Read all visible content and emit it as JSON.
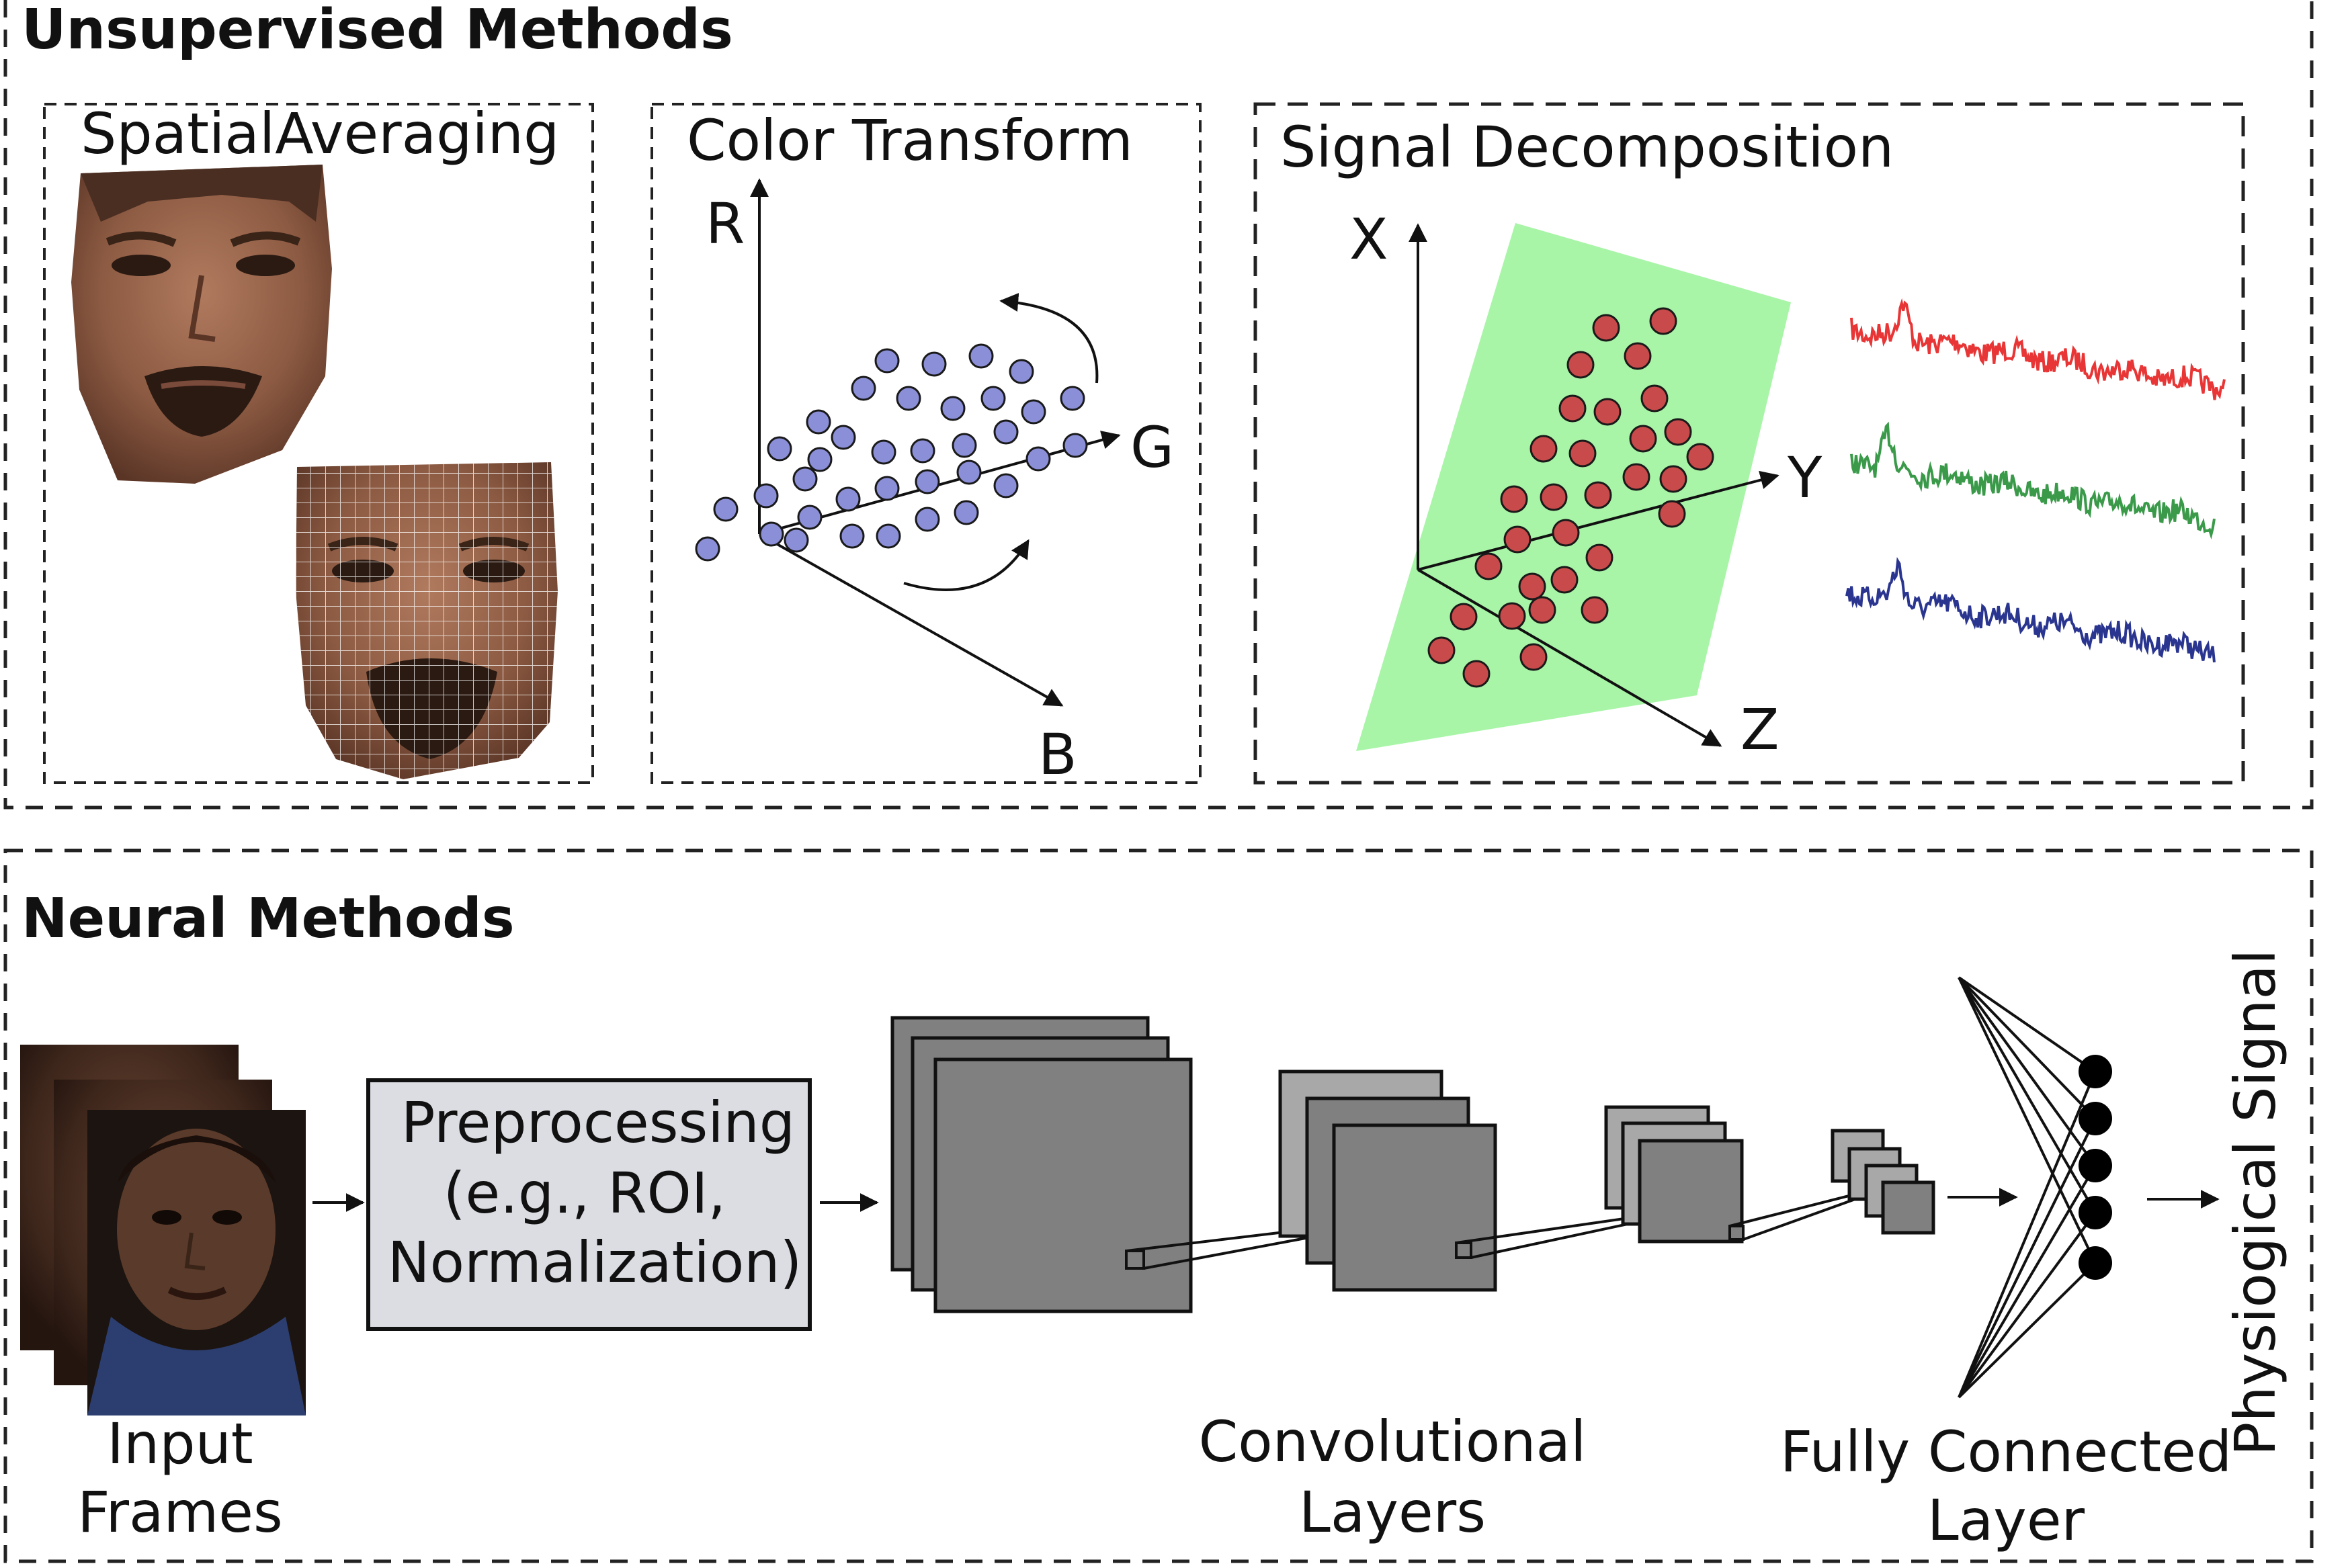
{
  "top_section": {
    "title": "Unsupervised Methods",
    "spatial": {
      "title": "SpatialAveraging"
    },
    "color": {
      "title": "Color Transform",
      "axes": {
        "r": "R",
        "g": "G",
        "b": "B"
      }
    },
    "decomp": {
      "title": "Signal Decomposition",
      "axes": {
        "x": "X",
        "y": "Y",
        "z": "Z"
      }
    }
  },
  "bottom_section": {
    "title": "Neural Methods",
    "input_label": [
      "Input",
      "Frames"
    ],
    "preprocessing": [
      "Preprocessing",
      "(e.g., ROI,",
      "Normalization)"
    ],
    "conv_label": [
      "Convolutional",
      "Layers"
    ],
    "fc_label": [
      "Fully Connected",
      "Layer"
    ],
    "output_label": "Physiogical Signal"
  },
  "colors": {
    "blue_dot": "#8b8fd8",
    "red_dot": "#c84a4a",
    "plane": "#a8f5a8",
    "sig_red": "#e83535",
    "sig_green": "#3a9a4a",
    "sig_blue": "#2a3590",
    "conv_gray": "#808080",
    "pre_box": "#dcdde3"
  }
}
